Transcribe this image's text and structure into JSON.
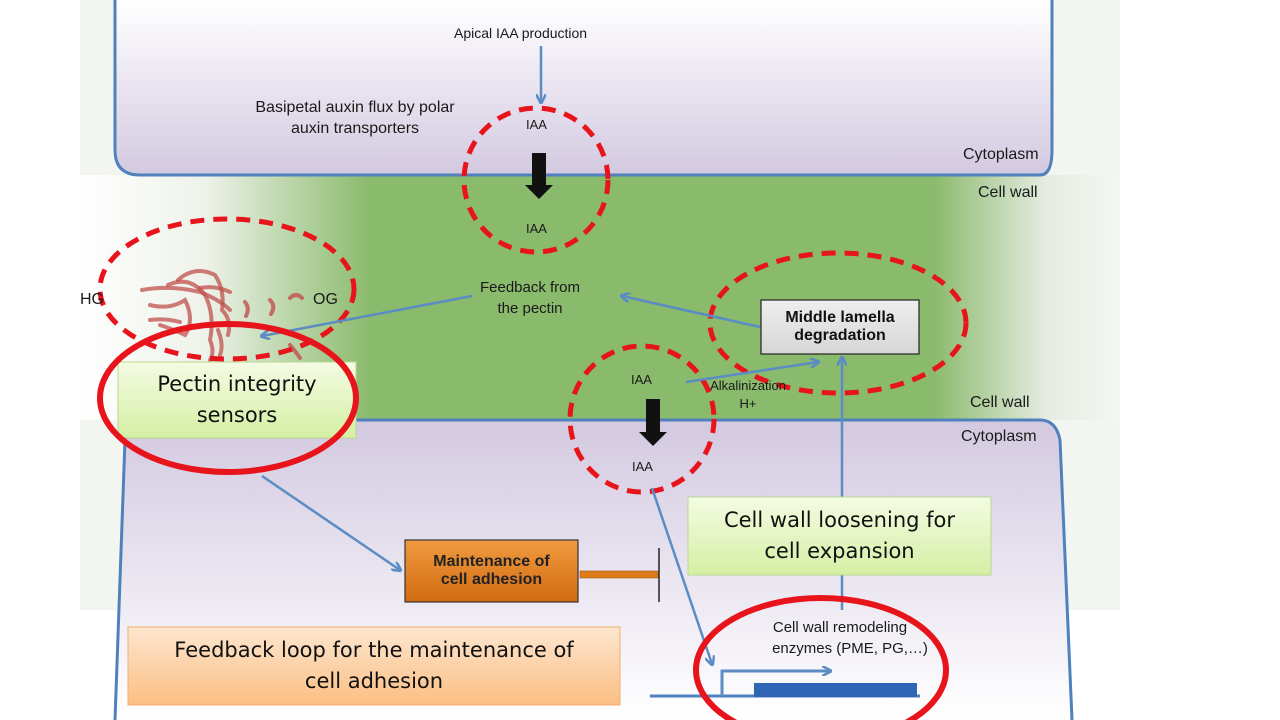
{
  "regions": {
    "cytoplasm_top": "Cytoplasm",
    "cell_wall_top": "Cell wall",
    "cell_wall_bottom": "Cell wall",
    "cytoplasm_bottom": "Cytoplasm"
  },
  "labels": {
    "apical_iaa": "Apical IAA production",
    "basipetal_line1": "Basipetal auxin flux  by polar",
    "basipetal_line2": "auxin transporters",
    "iaa_top_1": "IAA",
    "iaa_top_2": "IAA",
    "iaa_bottom_1": "IAA",
    "iaa_bottom_2": "IAA",
    "hg": "HG",
    "og": "OG",
    "feedback_pectin_line1": "Feedback from",
    "feedback_pectin_line2": "the pectin",
    "alkalinization_line1": "Alkalinization",
    "alkalinization_line2": "H+",
    "enzymes_line1": "Cell wall remodeling",
    "enzymes_line2": "enzymes  (PME, PG,…)"
  },
  "boxes": {
    "middle_lamella_line1": "Middle lamella",
    "middle_lamella_line2": "degradation",
    "pectin_sensors_line1": "Pectin integrity",
    "pectin_sensors_line2": "sensors",
    "maintenance_line1": "Maintenance of",
    "maintenance_line2": "cell adhesion",
    "loosening_line1": "Cell wall loosening for",
    "loosening_line2": "cell expansion",
    "feedback_loop_line1": "Feedback loop for the maintenance of",
    "feedback_loop_line2": "cell adhesion"
  },
  "colors": {
    "membrane": "#4f81bd",
    "cell_wall_green": "#8aba6c",
    "cytoplasm_purple": "#d3c9e0",
    "highlight_red": "#e8141b",
    "arrow_blue": "#5b8cc4",
    "orange_box": "#e07b1c",
    "green_box": "#e4f5c2",
    "peach_box": "#fbcfa0",
    "pectin_strand": "#c0504d"
  }
}
